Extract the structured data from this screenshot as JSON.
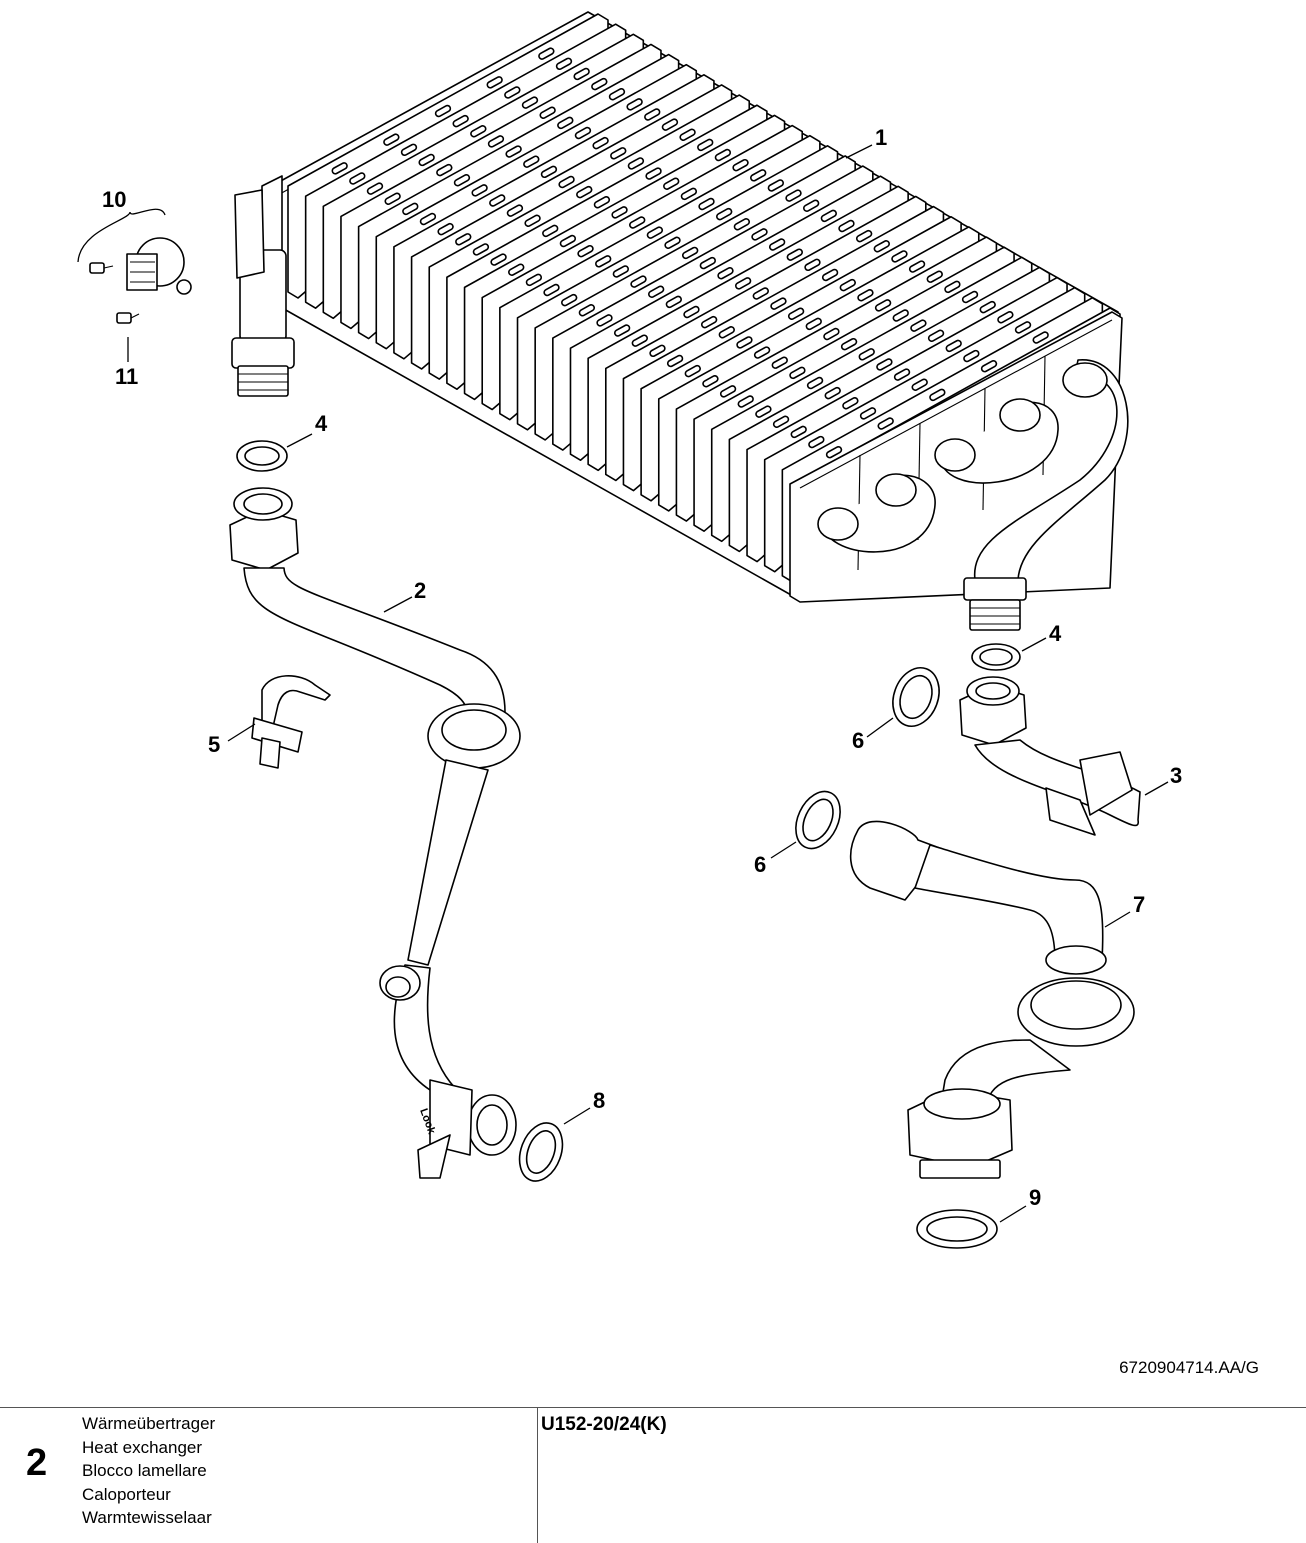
{
  "drawing": {
    "callouts": [
      "1",
      "2",
      "3",
      "4",
      "4",
      "5",
      "6",
      "6",
      "7",
      "8",
      "9",
      "10",
      "11"
    ],
    "embossed_text": "Look",
    "drawing_id": "6720904714.AA/G"
  },
  "footer": {
    "page_number": "2",
    "part_names": [
      "Wärmeübertrager",
      "Heat exchanger",
      "Blocco lamellare",
      "Caloporteur",
      "Warmtewisselaar"
    ],
    "model": "U152-20/24(K)"
  }
}
